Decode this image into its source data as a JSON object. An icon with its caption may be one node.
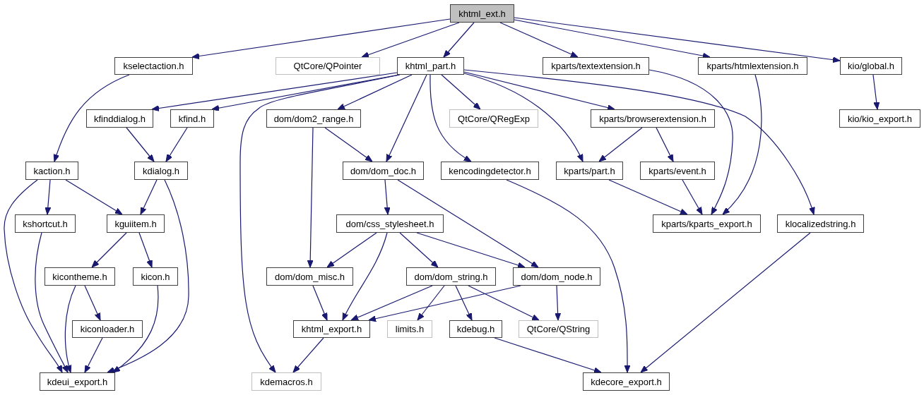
{
  "diagram": {
    "nodes": [
      {
        "text": [
          "khtml_ext.h"
        ]
      },
      {
        "text": [
          "kselectaction.h"
        ]
      },
      {
        "text": [
          "QtCore/QPointer"
        ]
      },
      {
        "text": [
          "khtml_part.h"
        ]
      },
      {
        "text": [
          "kparts/textextension.h"
        ]
      },
      {
        "text": [
          "kparts/htmlextension.h"
        ]
      },
      {
        "text": [
          "kio/global.h"
        ]
      },
      {
        "text": [
          "kfinddialog.h"
        ]
      },
      {
        "text": [
          "kfind.h"
        ]
      },
      {
        "text": [
          "dom/dom2_range.h"
        ]
      },
      {
        "text": [
          "QtCore/QRegExp"
        ]
      },
      {
        "text": [
          "kparts/browserextension.h"
        ]
      },
      {
        "text": [
          "kio/kio_export.h"
        ]
      },
      {
        "text": [
          "kaction.h"
        ]
      },
      {
        "text": [
          "kdialog.h"
        ]
      },
      {
        "text": [
          "dom/dom_doc.h"
        ]
      },
      {
        "text": [
          "kencodingdetector.h"
        ]
      },
      {
        "text": [
          "kparts/part.h"
        ]
      },
      {
        "text": [
          "kparts/event.h"
        ]
      },
      {
        "text": [
          "kshortcut.h"
        ]
      },
      {
        "text": [
          "kguiitem.h"
        ]
      },
      {
        "text": [
          "dom/css_stylesheet.h"
        ]
      },
      {
        "text": [
          "kparts/kparts_export.h"
        ]
      },
      {
        "text": [
          "klocalizedstring.h"
        ]
      },
      {
        "text": [
          "kicontheme.h"
        ]
      },
      {
        "text": [
          "kicon.h"
        ]
      },
      {
        "text": [
          "dom/dom_misc.h"
        ]
      },
      {
        "text": [
          "dom/dom_string.h"
        ]
      },
      {
        "text": [
          "dom/dom_node.h"
        ]
      },
      {
        "text": [
          "kiconloader.h"
        ]
      },
      {
        "text": [
          "khtml_export.h"
        ]
      },
      {
        "text": [
          "limits.h"
        ]
      },
      {
        "text": [
          "kdebug.h"
        ]
      },
      {
        "text": [
          "QtCore/QString"
        ]
      },
      {
        "text": [
          "kdeui_export.h"
        ]
      },
      {
        "text": [
          "kdemacros.h"
        ]
      },
      {
        "text": [
          "kdecore_export.h"
        ]
      }
    ],
    "edges": [
      {
        "from": 0,
        "to": 1,
        "arrow": "to"
      },
      {
        "from": 0,
        "to": 2,
        "arrow": "to"
      },
      {
        "from": 0,
        "to": 3,
        "arrow": "to"
      },
      {
        "from": 0,
        "to": 4,
        "arrow": "to"
      },
      {
        "from": 0,
        "to": 5,
        "arrow": "to"
      },
      {
        "from": 0,
        "to": 6,
        "arrow": "to"
      },
      {
        "from": 1,
        "to": 13,
        "arrow": "to"
      },
      {
        "from": 3,
        "to": 7,
        "arrow": "to"
      },
      {
        "from": 3,
        "to": 8,
        "arrow": "to"
      },
      {
        "from": 3,
        "to": 35,
        "arrow": "to"
      },
      {
        "from": 3,
        "to": 9,
        "arrow": "to"
      },
      {
        "from": 3,
        "to": 15,
        "arrow": "to"
      },
      {
        "from": 3,
        "to": 16,
        "arrow": "to"
      },
      {
        "from": 3,
        "to": 10,
        "arrow": "to"
      },
      {
        "from": 3,
        "to": 17,
        "arrow": "to"
      },
      {
        "from": 3,
        "to": 11,
        "arrow": "to"
      },
      {
        "from": 3,
        "to": 23,
        "arrow": "to"
      },
      {
        "from": 4,
        "to": 22,
        "arrow": "to"
      },
      {
        "from": 5,
        "to": 22,
        "arrow": "to"
      },
      {
        "from": 6,
        "to": 12,
        "arrow": "to"
      },
      {
        "from": 7,
        "to": 14,
        "arrow": "to"
      },
      {
        "from": 8,
        "to": 14,
        "arrow": "to"
      },
      {
        "from": 9,
        "to": 15,
        "arrow": "to"
      },
      {
        "from": 9,
        "to": 26,
        "arrow": "to"
      },
      {
        "from": 11,
        "to": 17,
        "arrow": "to"
      },
      {
        "from": 11,
        "to": 18,
        "arrow": "to"
      },
      {
        "from": 13,
        "to": 34,
        "arrow": "to"
      },
      {
        "from": 13,
        "to": 19,
        "arrow": "to"
      },
      {
        "from": 13,
        "to": 20,
        "arrow": "to"
      },
      {
        "from": 14,
        "to": 20,
        "arrow": "to"
      },
      {
        "from": 14,
        "to": 34,
        "arrow": "to"
      },
      {
        "from": 15,
        "to": 21,
        "arrow": "to"
      },
      {
        "from": 15,
        "to": 28,
        "arrow": "to"
      },
      {
        "from": 16,
        "to": 36,
        "arrow": "to"
      },
      {
        "from": 17,
        "to": 22,
        "arrow": "to"
      },
      {
        "from": 18,
        "to": 22,
        "arrow": "to"
      },
      {
        "from": 19,
        "to": 34,
        "arrow": "to"
      },
      {
        "from": 20,
        "to": 24,
        "arrow": "to"
      },
      {
        "from": 20,
        "to": 25,
        "arrow": "to"
      },
      {
        "from": 21,
        "to": 26,
        "arrow": "to"
      },
      {
        "from": 21,
        "to": 30,
        "arrow": "to"
      },
      {
        "from": 21,
        "to": 27,
        "arrow": "to"
      },
      {
        "from": 21,
        "to": 28,
        "arrow": "to"
      },
      {
        "from": 23,
        "to": 36,
        "arrow": "to"
      },
      {
        "from": 24,
        "to": 34,
        "arrow": "to"
      },
      {
        "from": 24,
        "to": 29,
        "arrow": "to"
      },
      {
        "from": 25,
        "to": 34,
        "arrow": "to"
      },
      {
        "from": 26,
        "to": 30,
        "arrow": "to"
      },
      {
        "from": 27,
        "to": 30,
        "arrow": "to"
      },
      {
        "from": 27,
        "to": 31,
        "arrow": "to"
      },
      {
        "from": 27,
        "to": 32,
        "arrow": "to"
      },
      {
        "from": 27,
        "to": 33,
        "arrow": "to"
      },
      {
        "from": 28,
        "to": 30,
        "arrow": "to"
      },
      {
        "from": 28,
        "to": 33,
        "arrow": "to"
      },
      {
        "from": 29,
        "to": 34,
        "arrow": "to"
      },
      {
        "from": 30,
        "to": 35,
        "arrow": "to"
      },
      {
        "from": 32,
        "to": 36,
        "arrow": "to"
      }
    ]
  }
}
